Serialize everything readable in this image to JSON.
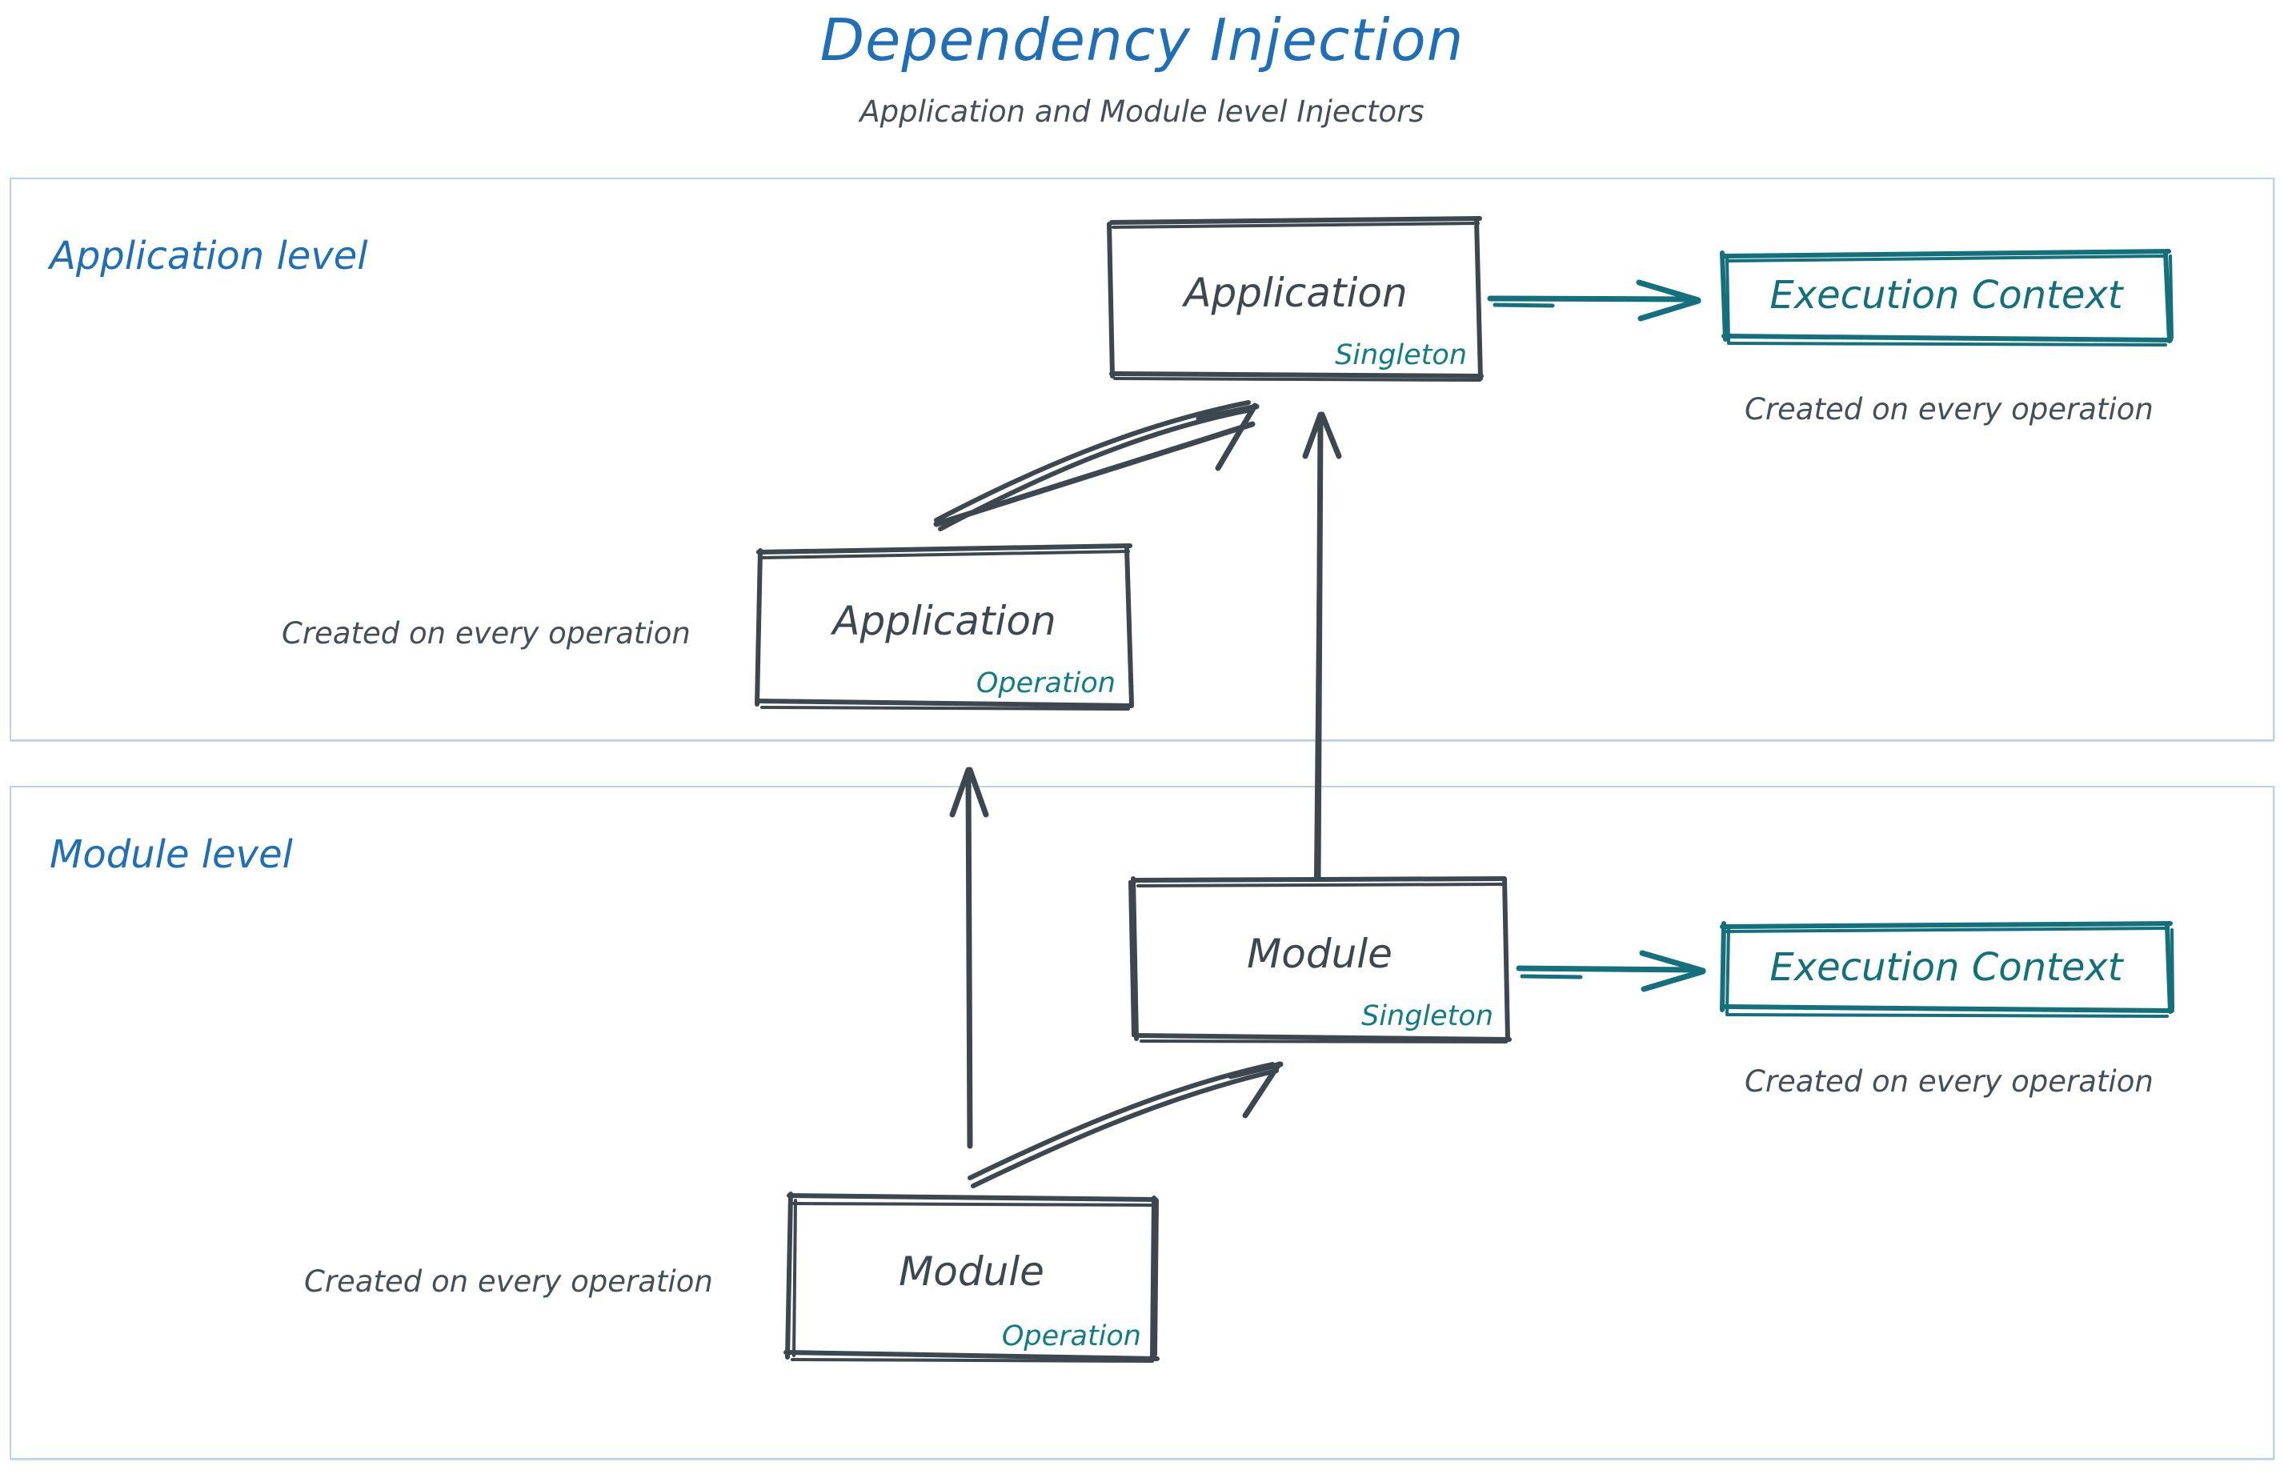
{
  "header": {
    "title": "Dependency Injection",
    "subtitle": "Application and Module level Injectors",
    "title_color": "#1f6eb8",
    "subtitle_color": "#454f58"
  },
  "colors": {
    "blue": "#1f6eb8",
    "container_border": "#bcd3ec",
    "dark_stroke": "#3d474f",
    "teal": "#12707c",
    "note_text": "#454f58"
  },
  "levels": [
    {
      "id": "application-level",
      "label": "Application level"
    },
    {
      "id": "module-level",
      "label": "Module level"
    }
  ],
  "nodes": {
    "app_singleton": {
      "label": "Application",
      "scope": "Singleton"
    },
    "app_operation": {
      "label": "Application",
      "scope": "Operation"
    },
    "mod_singleton": {
      "label": "Module",
      "scope": "Singleton"
    },
    "mod_operation": {
      "label": "Module",
      "scope": "Operation"
    }
  },
  "execution_contexts": {
    "application": {
      "label": "Execution Context",
      "note": "Created on every operation"
    },
    "module": {
      "label": "Execution Context",
      "note": "Created on every operation"
    }
  },
  "notes": {
    "app_operation": "Created on every operation",
    "mod_operation": "Created on every operation"
  },
  "edges": [
    {
      "from": "app_singleton",
      "to": "execution_context_application",
      "style": "teal-arrow"
    },
    {
      "from": "app_operation",
      "to": "app_singleton",
      "style": "dark-diagonal-arrow"
    },
    {
      "from": "mod_singleton",
      "to": "app_singleton",
      "style": "dark-vertical-arrow"
    },
    {
      "from": "mod_operation",
      "to": "app_operation",
      "style": "dark-vertical-arrow"
    },
    {
      "from": "mod_operation",
      "to": "mod_singleton",
      "style": "dark-diagonal-arrow"
    },
    {
      "from": "mod_singleton",
      "to": "execution_context_module",
      "style": "teal-arrow"
    }
  ]
}
